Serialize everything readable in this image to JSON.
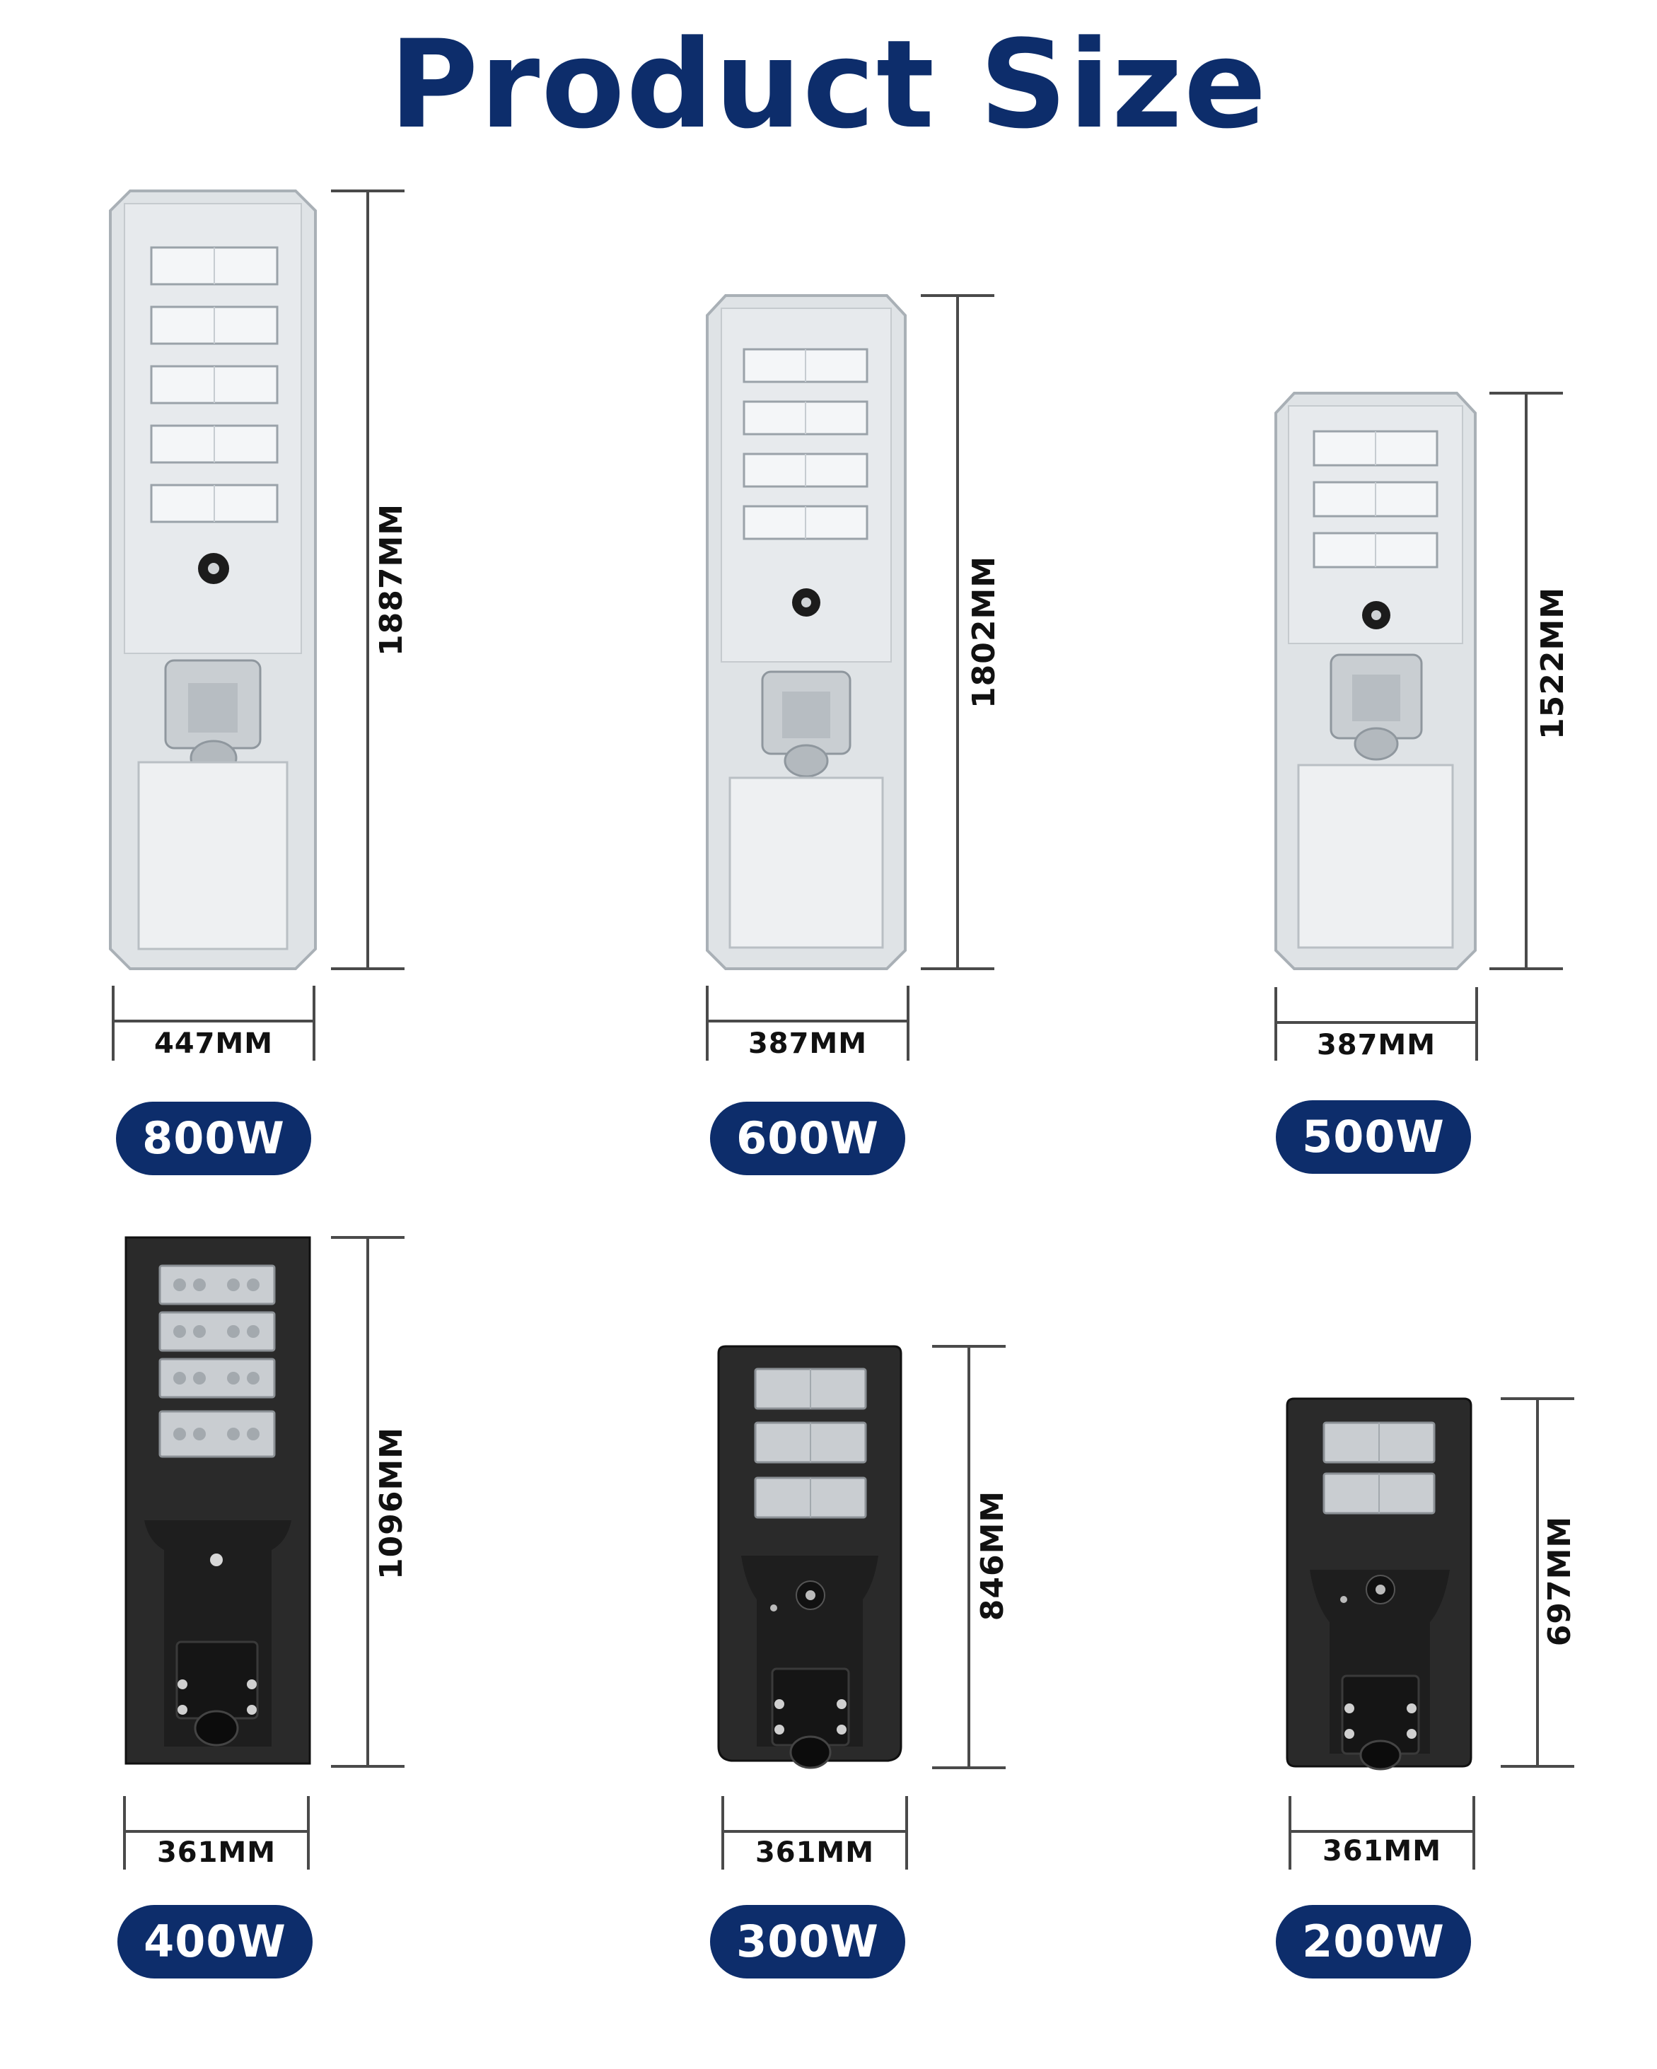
{
  "title": "Product Size",
  "colors": {
    "brand": "#0d2d6b",
    "grey_housing": "#dfe3e6",
    "black_housing": "#2a2a2a"
  },
  "products": [
    {
      "power": "800W",
      "width": "447MM",
      "height": "1887MM",
      "finish": "grey"
    },
    {
      "power": "600W",
      "width": "387MM",
      "height": "1802MM",
      "finish": "grey"
    },
    {
      "power": "500W",
      "width": "387MM",
      "height": "1522MM",
      "finish": "grey"
    },
    {
      "power": "400W",
      "width": "361MM",
      "height": "1096MM",
      "finish": "black"
    },
    {
      "power": "300W",
      "width": "361MM",
      "height": "846MM",
      "finish": "black"
    },
    {
      "power": "200W",
      "width": "361MM",
      "height": "697MM",
      "finish": "black"
    }
  ]
}
